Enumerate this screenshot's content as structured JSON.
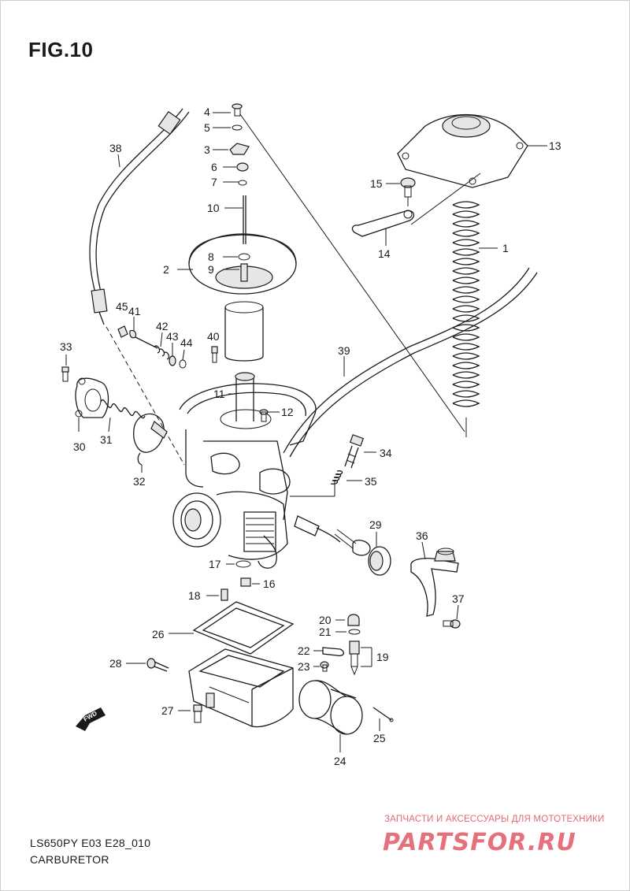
{
  "figure": {
    "title": "FIG.10"
  },
  "footer": {
    "model_code": "LS650PY E03 E28_010",
    "subtitle": "CARBURETOR"
  },
  "watermark": {
    "tagline": "ЗАПЧАСТИ И АКСЕССУАРЫ ДЛЯ МОТОТЕХНИКИ",
    "logo": "PARTSFOR.RU"
  },
  "fwd_label": "FWD",
  "callouts": [
    "1",
    "2",
    "3",
    "4",
    "5",
    "6",
    "7",
    "8",
    "9",
    "10",
    "11",
    "12",
    "13",
    "14",
    "15",
    "16",
    "17",
    "18",
    "19",
    "20",
    "21",
    "22",
    "23",
    "24",
    "25",
    "26",
    "27",
    "28",
    "29",
    "30",
    "31",
    "32",
    "33",
    "34",
    "35",
    "36",
    "37",
    "38",
    "39",
    "40",
    "41",
    "42",
    "43",
    "44",
    "45"
  ]
}
